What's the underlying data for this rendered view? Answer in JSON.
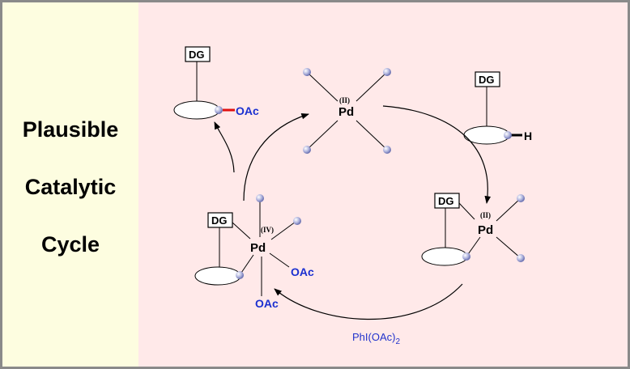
{
  "title": {
    "line1": "Plausible",
    "line2": "Catalytic",
    "line3": "Cycle"
  },
  "labels": {
    "pd": "Pd",
    "ox_ii": "(II)",
    "ox_iv": "(IV)",
    "dg": "DG",
    "oac": "OAc",
    "h": "H",
    "reagent_main": "PhI(OAc)",
    "reagent_sub": "2"
  },
  "colors": {
    "left_panel": "#fdfde0",
    "right_panel": "#ffe9e9",
    "border": "#8a8a8a",
    "oac_text": "#1a2fd0",
    "reagent_text": "#2233cc",
    "new_bond": "#e01010",
    "ligand_ball": "#a8acd8"
  }
}
